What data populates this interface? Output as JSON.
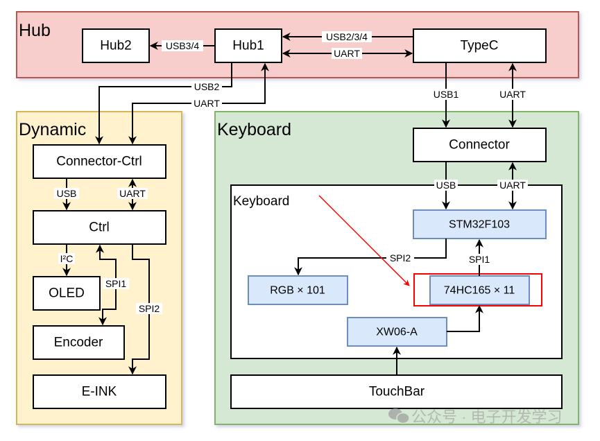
{
  "groups": {
    "hub": {
      "title": "Hub",
      "fill": "#f8cecc",
      "stroke": "#b85450"
    },
    "dynamic": {
      "title": "Dynamic",
      "fill": "#fff2cc",
      "stroke": "#d6b656"
    },
    "keyboard_outer": {
      "title": "Keyboard",
      "fill": "#d5e8d4",
      "stroke": "#82b366"
    },
    "keyboard_inner": {
      "title": "Keyboard"
    }
  },
  "nodes": {
    "hub2": "Hub2",
    "hub1": "Hub1",
    "typec": "TypeC",
    "connector_ctrl": "Connector-Ctrl",
    "ctrl": "Ctrl",
    "oled": "OLED",
    "encoder": "Encoder",
    "eink": "E-INK",
    "connector": "Connector",
    "stm32": "STM32F103",
    "rgb": "RGB × 101",
    "hc165": "74HC165 × 11",
    "xw06": "XW06-A",
    "touchbar": "TouchBar"
  },
  "edges": {
    "hub1_hub2": "USB3/4",
    "typec_hub1_usb": "USB2/3/4",
    "typec_hub1_uart": "UART",
    "hub1_cc_usb": "USB2",
    "cc_hub1_uart": "UART",
    "typec_conn_usb": "USB1",
    "conn_typec_uart": "UART",
    "cc_ctrl_usb": "USB",
    "cc_ctrl_uart": "UART",
    "ctrl_oled": "I²C",
    "ctrl_encoder": "SPI1",
    "ctrl_eink": "SPI2",
    "conn_stm_usb": "USB",
    "conn_stm_uart": "UART",
    "stm_rgb": "SPI2",
    "hc165_stm": "SPI1"
  },
  "colors": {
    "chip_fill": "#dae8fc",
    "chip_stroke": "#6c8ebf",
    "highlight": "#ff0000"
  },
  "watermark": "公众号 · 电子开发学习"
}
